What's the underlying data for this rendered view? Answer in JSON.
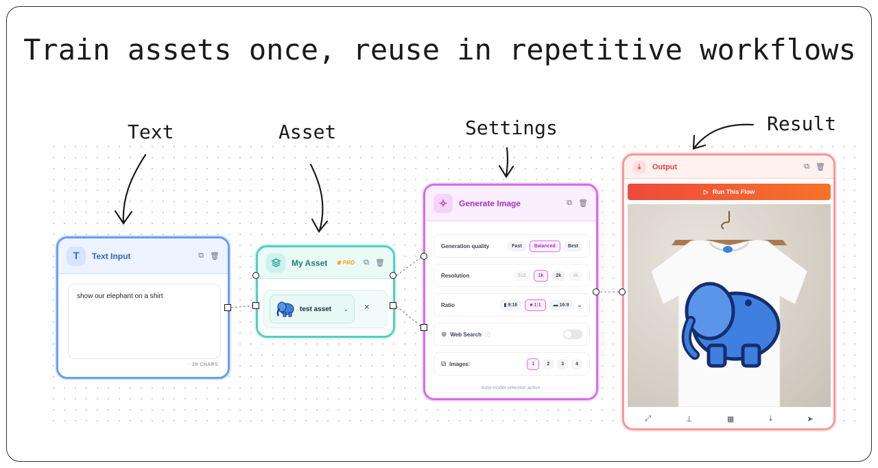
{
  "headline": "Train assets once, reuse in repetitive workflows",
  "labels": {
    "text": "Text",
    "asset": "Asset",
    "settings": "Settings",
    "result": "Result"
  },
  "text_node": {
    "title": "Text Input",
    "icon": "T",
    "value": "show our elephant on a shirt",
    "chars": "· 28 CHARS"
  },
  "asset_node": {
    "title": "My Asset",
    "badge": "PRO",
    "selected_asset": "test asset",
    "remove": "×"
  },
  "gen_node": {
    "title": "Generate Image",
    "quality": {
      "label": "Generation quality",
      "options": [
        "Fast",
        "Balanced",
        "Best"
      ],
      "selected": "Balanced"
    },
    "resolution": {
      "label": "Resolution",
      "options": [
        "512",
        "1k",
        "2k",
        "4k"
      ],
      "selected": "1k"
    },
    "ratio": {
      "label": "Ratio",
      "options": [
        "9:16",
        "1:1",
        "16:9"
      ],
      "selected": "1:1"
    },
    "web_search": {
      "label": "Web Search",
      "enabled": false
    },
    "images": {
      "label": "Images:",
      "options": [
        "1",
        "2",
        "3",
        "4"
      ],
      "selected": "1"
    },
    "footer": "Auto-model selection active"
  },
  "out_node": {
    "title": "Output",
    "run_label": "Run This Flow"
  },
  "colors": {
    "text_accent": "#6a9cf3",
    "asset_accent": "#53cfc0",
    "gen_accent": "#d76be8",
    "out_accent": "#f29a96",
    "run_gradient_start": "#ee4a3c",
    "run_gradient_end": "#f7722a",
    "elephant": "#3f7fe0"
  },
  "icons": {
    "copy": "copy-icon",
    "trash": "trash-icon",
    "layers": "layers-icon",
    "sparkle": "sparkle-icon",
    "download": "download-icon",
    "play": "play-icon",
    "globe": "globe-icon",
    "info": "info-icon",
    "gallery": "gallery-icon",
    "expand": "expand-icon",
    "pin": "pin-icon",
    "grid": "grid-icon",
    "send": "send-icon",
    "crown": "crown-icon"
  }
}
